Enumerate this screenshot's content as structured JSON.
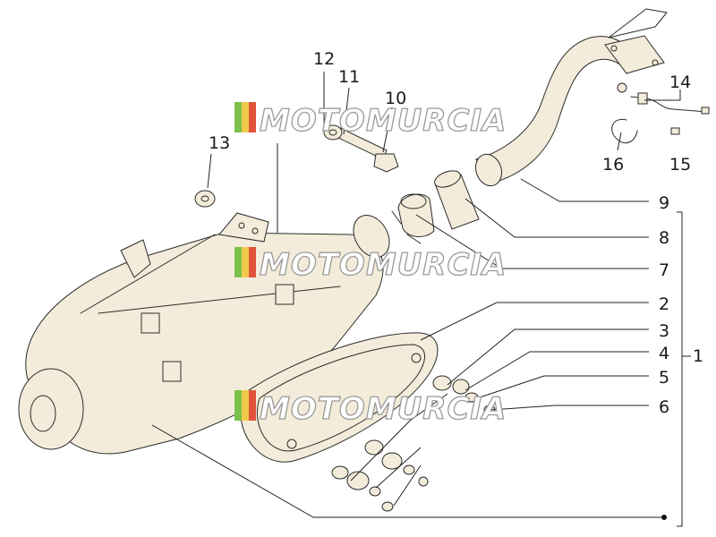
{
  "diagram": {
    "callouts": [
      {
        "id": "1",
        "label": "1"
      },
      {
        "id": "2",
        "label": "2"
      },
      {
        "id": "3",
        "label": "3"
      },
      {
        "id": "4",
        "label": "4"
      },
      {
        "id": "5",
        "label": "5"
      },
      {
        "id": "6",
        "label": "6"
      },
      {
        "id": "7",
        "label": "7"
      },
      {
        "id": "8",
        "label": "8"
      },
      {
        "id": "9",
        "label": "9"
      },
      {
        "id": "10",
        "label": "10"
      },
      {
        "id": "11",
        "label": "11"
      },
      {
        "id": "12",
        "label": "12"
      },
      {
        "id": "13",
        "label": "13"
      },
      {
        "id": "14",
        "label": "14"
      },
      {
        "id": "15",
        "label": "15"
      },
      {
        "id": "16",
        "label": "16"
      }
    ],
    "watermark": {
      "text": "MOTOMURCIA",
      "colors": {
        "green": "#7cc04b",
        "yellow": "#f2c94c",
        "red": "#e0533d",
        "outline": "#9a9a9a"
      }
    },
    "colors": {
      "line": "#2b2b2b",
      "part_fill": "#f4ecda"
    }
  }
}
